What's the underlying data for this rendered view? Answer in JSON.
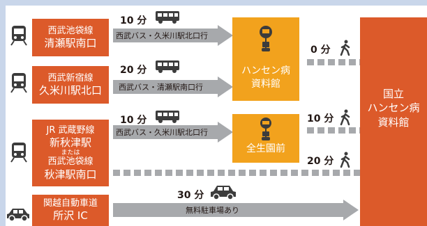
{
  "origins": {
    "row1": {
      "line": "西武池袋線",
      "station": "清瀬駅南口"
    },
    "row2": {
      "line": "西武新宿線",
      "station": "久米川駅北口"
    },
    "row3": {
      "line1": "JR 武蔵野線",
      "station1": "新秋津駅",
      "or": "または",
      "line2": "西武池袋線",
      "station2": "秋津駅南口"
    },
    "row4": {
      "line": "関越自動車道",
      "station": "所沢 IC"
    }
  },
  "routes": {
    "row1": {
      "minutes": "10 分",
      "label": "西武バス・久米川駅北口行"
    },
    "row2": {
      "minutes": "20 分",
      "label": "西武バス・清瀬駅南口行"
    },
    "row3": {
      "minutes": "10 分",
      "label": "西武バス・久米川駅北口行"
    },
    "row4": {
      "minutes": "30 分",
      "label": "無料駐車場あり"
    }
  },
  "stops": {
    "stop1": {
      "name1": "ハンセン病",
      "name2": "資料館"
    },
    "stop2": {
      "name": "全生園前"
    }
  },
  "walks": {
    "walk1": "0 分",
    "walk2": "10 分",
    "walk3": "20 分"
  },
  "destination": {
    "line1": "国立",
    "line2": "ハンセン病",
    "line3": "資料館"
  },
  "colors": {
    "origin": "#dc5a2a",
    "stop": "#f2a21d",
    "arrow": "#a7a9ac",
    "icon": "#3c3c3c"
  }
}
